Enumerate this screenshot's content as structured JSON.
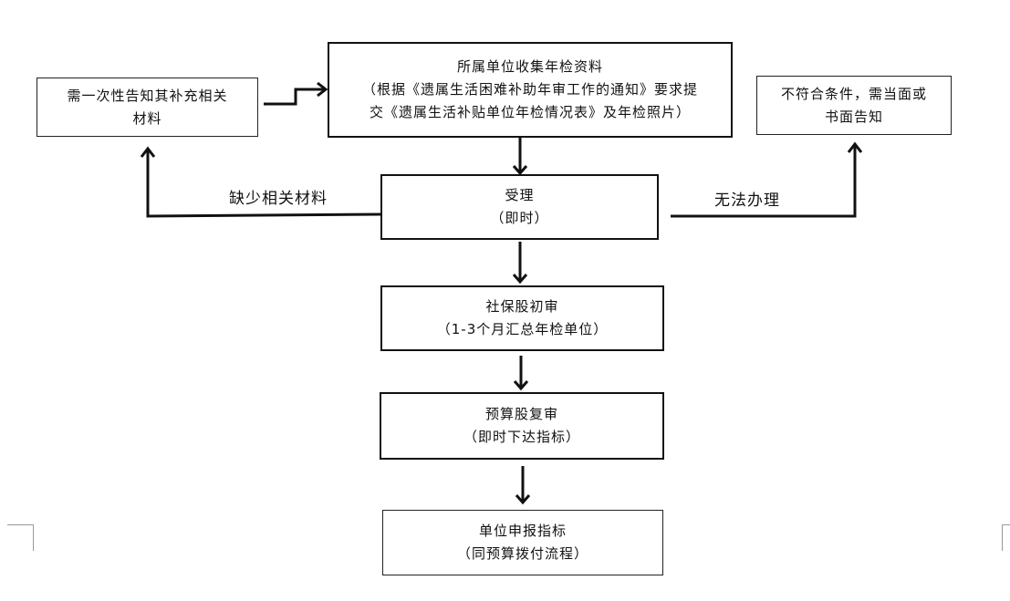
{
  "boxes": {
    "collect": {
      "line1": "所属单位收集年检资料",
      "line2": "（根据《遗属生活困难补助年审工作的通知》要求提",
      "line3": "交《遗属生活补贴单位年检情况表》及年检照片）"
    },
    "notify_supplement": {
      "line1": "需一次性告知其补充相关",
      "line2": "材料"
    },
    "not_qualified": {
      "line1": "不符合条件，需当面或",
      "line2": "书面告知"
    },
    "accept": {
      "line1": "受理",
      "line2": "（即时）"
    },
    "first_review": {
      "line1": "社保股初审",
      "line2": "（1-3个月汇总年检单位）"
    },
    "second_review": {
      "line1": "预算股复审",
      "line2": "（即时下达指标）"
    },
    "report": {
      "line1": "单位申报指标",
      "line2": "（同预算拨付流程）"
    }
  },
  "edge_labels": {
    "missing_materials": "缺少相关材料",
    "cannot_process": "无法办理"
  }
}
